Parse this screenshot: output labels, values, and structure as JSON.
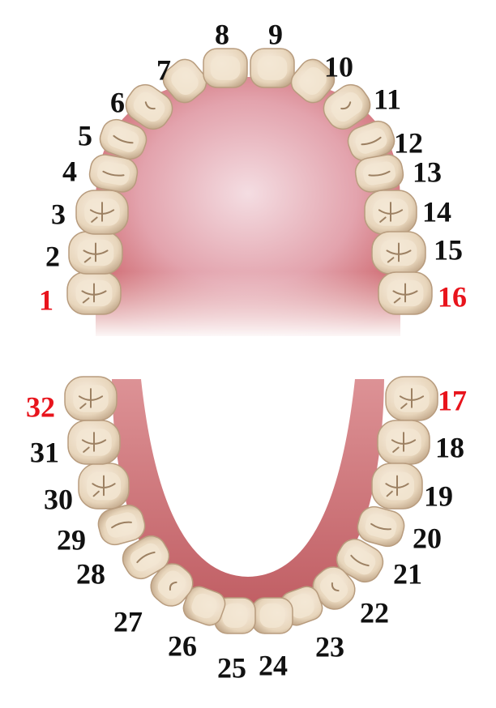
{
  "colors": {
    "highlight": "#e8141c",
    "label": "#111111",
    "gum": "#c8575c",
    "tooth": "#ecdcc4",
    "tooth_shade": "#b89c7e"
  },
  "upper_arch": [
    {
      "number": "1",
      "highlight": true
    },
    {
      "number": "2",
      "highlight": false
    },
    {
      "number": "3",
      "highlight": false
    },
    {
      "number": "4",
      "highlight": false
    },
    {
      "number": "5",
      "highlight": false
    },
    {
      "number": "6",
      "highlight": false
    },
    {
      "number": "7",
      "highlight": false
    },
    {
      "number": "8",
      "highlight": false
    },
    {
      "number": "9",
      "highlight": false
    },
    {
      "number": "10",
      "highlight": false
    },
    {
      "number": "11",
      "highlight": false
    },
    {
      "number": "12",
      "highlight": false
    },
    {
      "number": "13",
      "highlight": false
    },
    {
      "number": "14",
      "highlight": false
    },
    {
      "number": "15",
      "highlight": false
    },
    {
      "number": "16",
      "highlight": true
    }
  ],
  "lower_arch": [
    {
      "number": "17",
      "highlight": true
    },
    {
      "number": "18",
      "highlight": false
    },
    {
      "number": "19",
      "highlight": false
    },
    {
      "number": "20",
      "highlight": false
    },
    {
      "number": "21",
      "highlight": false
    },
    {
      "number": "22",
      "highlight": false
    },
    {
      "number": "23",
      "highlight": false
    },
    {
      "number": "24",
      "highlight": false
    },
    {
      "number": "25",
      "highlight": false
    },
    {
      "number": "26",
      "highlight": false
    },
    {
      "number": "27",
      "highlight": false
    },
    {
      "number": "28",
      "highlight": false
    },
    {
      "number": "29",
      "highlight": false
    },
    {
      "number": "30",
      "highlight": false
    },
    {
      "number": "31",
      "highlight": false
    },
    {
      "number": "32",
      "highlight": true
    }
  ]
}
